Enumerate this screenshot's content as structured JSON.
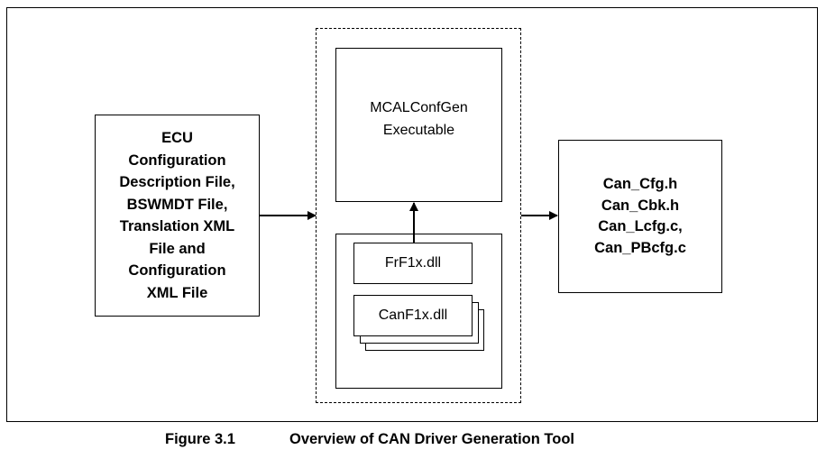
{
  "input_box": {
    "lines": [
      "ECU",
      "Configuration",
      "Description File,",
      "BSWMDT File,",
      "Translation XML",
      "File and",
      "Configuration",
      "XML File"
    ]
  },
  "generator": {
    "lines": [
      "MCALConfGen",
      "Executable"
    ]
  },
  "dlls": {
    "frf": "FrF1x.dll",
    "can": "CanF1x.dll"
  },
  "output_box": {
    "lines": [
      "Can_Cfg.h",
      "Can_Cbk.h",
      "Can_Lcfg.c,",
      "Can_PBcfg.c"
    ]
  },
  "caption": {
    "number": "Figure 3.1",
    "title": "Overview of CAN Driver Generation Tool"
  }
}
